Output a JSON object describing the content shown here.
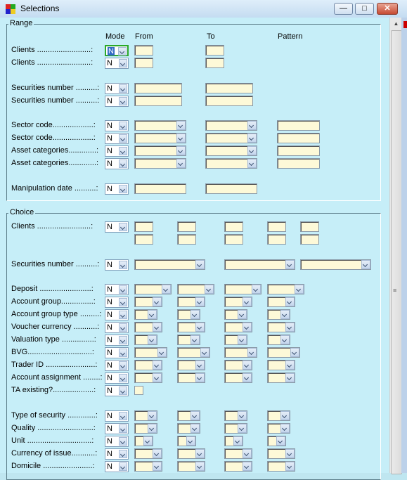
{
  "window": {
    "title": "Selections"
  },
  "range": {
    "legend": "Range",
    "headers": {
      "mode": "Mode",
      "from": "From",
      "to": "To",
      "pattern": "Pattern"
    },
    "rows": [
      {
        "label": "Clients .........................:",
        "mode": "N"
      },
      {
        "label": "Clients .........................:",
        "mode": "N"
      },
      {
        "label": "Securities number ..........:",
        "mode": "N"
      },
      {
        "label": "Securities number ..........:",
        "mode": "N"
      },
      {
        "label": "Sector code...................:",
        "mode": "N"
      },
      {
        "label": "Sector code...................:",
        "mode": "N"
      },
      {
        "label": "Asset categories.............:",
        "mode": "N"
      },
      {
        "label": "Asset categories.............:",
        "mode": "N"
      },
      {
        "label": "Manipulation date ..........:",
        "mode": "N"
      }
    ]
  },
  "choice": {
    "legend": "Choice",
    "rows": [
      {
        "label": "Clients .........................:",
        "mode": "N"
      },
      {
        "label": "Securities number ..........:",
        "mode": "N"
      },
      {
        "label": "Deposit ........................:",
        "mode": "N"
      },
      {
        "label": "Account group...............:",
        "mode": "N"
      },
      {
        "label": "Account group type .........:",
        "mode": "N"
      },
      {
        "label": "Voucher currency ...........:",
        "mode": "N"
      },
      {
        "label": "Valuation type ...............:",
        "mode": "N"
      },
      {
        "label": "BVG..............................:",
        "mode": "N"
      },
      {
        "label": "Trader ID .......................:",
        "mode": "N"
      },
      {
        "label": "Account assignment ........:",
        "mode": "N"
      },
      {
        "label": "TA existing?...................:",
        "mode": "N"
      },
      {
        "label": "Type of security .............:",
        "mode": "N"
      },
      {
        "label": "Quality ..........................:",
        "mode": "N"
      },
      {
        "label": "Unit ..............................:",
        "mode": "N"
      },
      {
        "label": "Currency of issue...........:",
        "mode": "N"
      },
      {
        "label": "Domicile .......................:",
        "mode": "N"
      }
    ]
  }
}
